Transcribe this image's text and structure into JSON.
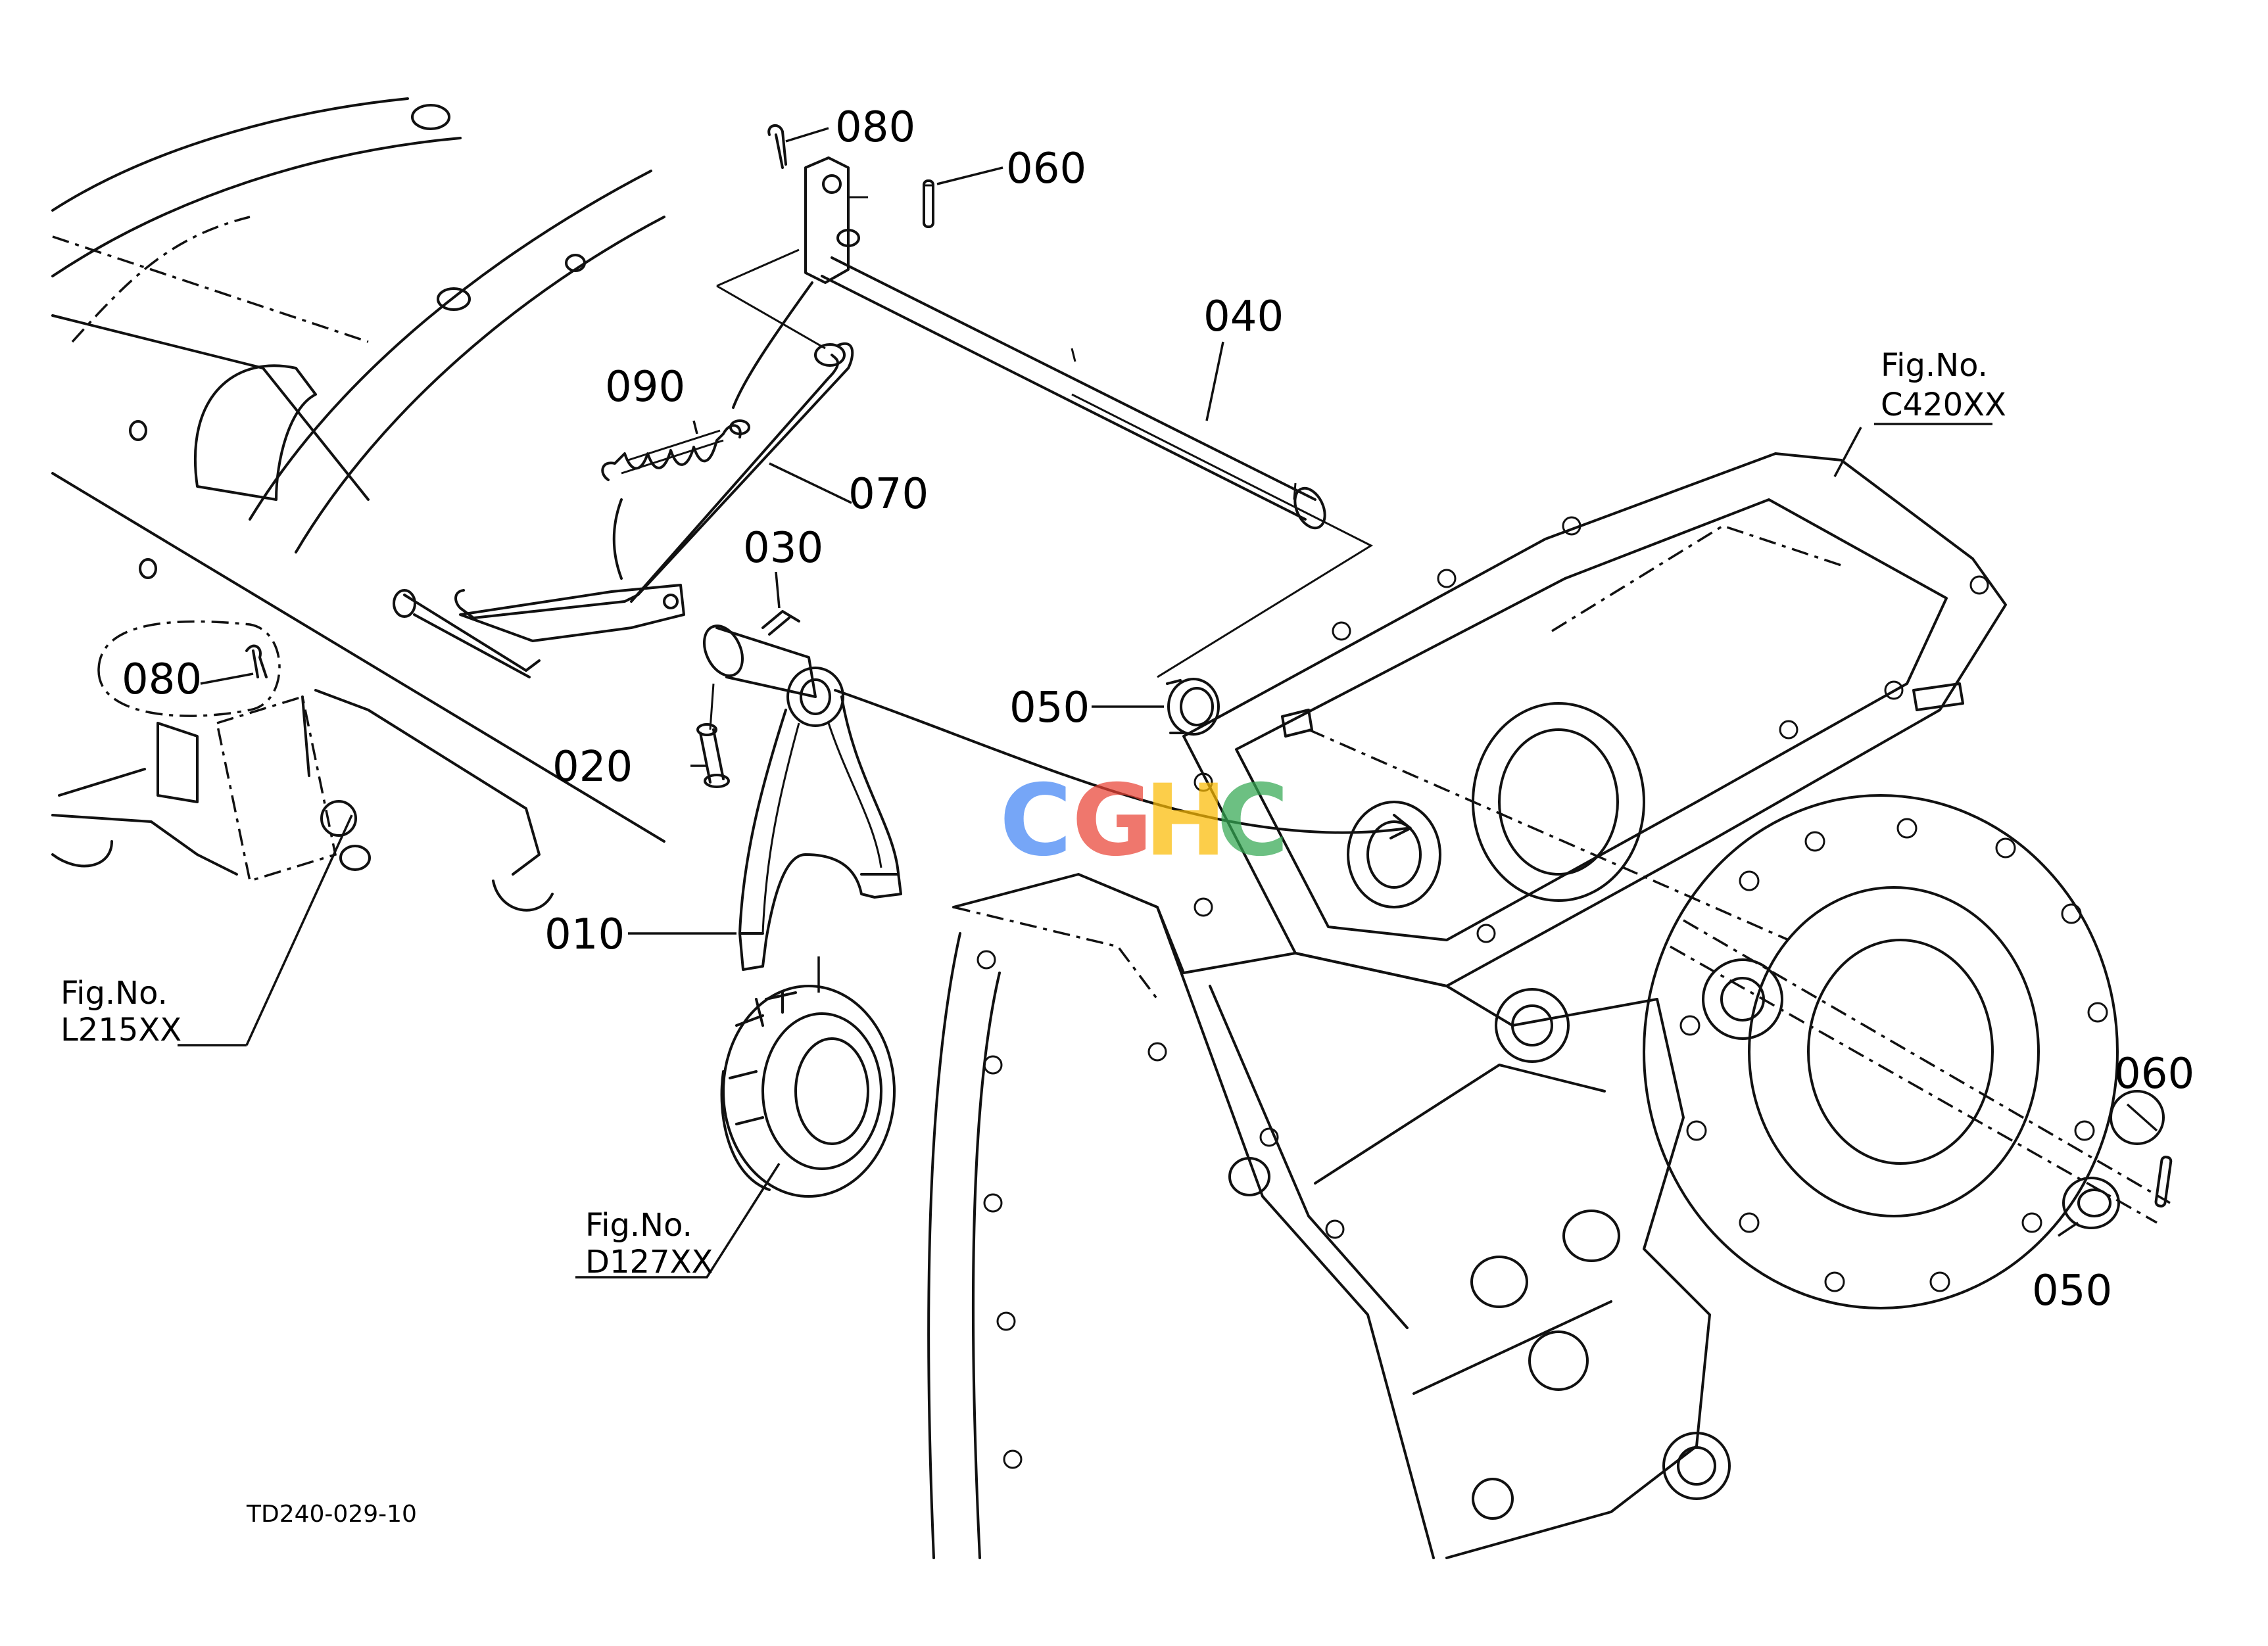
{
  "callouts": {
    "c080_top": "080",
    "c060_top": "060",
    "c040": "040",
    "c090": "090",
    "c070": "070",
    "c030": "030",
    "c080_left": "080",
    "c050_mid": "050",
    "c020": "020",
    "c010": "010",
    "c060_right": "060",
    "c050_right": "050"
  },
  "figure_refs": {
    "c420": {
      "line1": "Fig.No.",
      "line2": "C420XX"
    },
    "l215": {
      "line1": "Fig.No.",
      "line2": "L215XX"
    },
    "d127": {
      "line1": "Fig.No.",
      "line2": "D127XX"
    }
  },
  "drawing_code": "TD240-029-10",
  "watermark": {
    "letters": [
      "C",
      "G",
      "H",
      "C"
    ],
    "colors": [
      "#4285F4",
      "#EA4335",
      "#FBBC05",
      "#34A853"
    ]
  }
}
